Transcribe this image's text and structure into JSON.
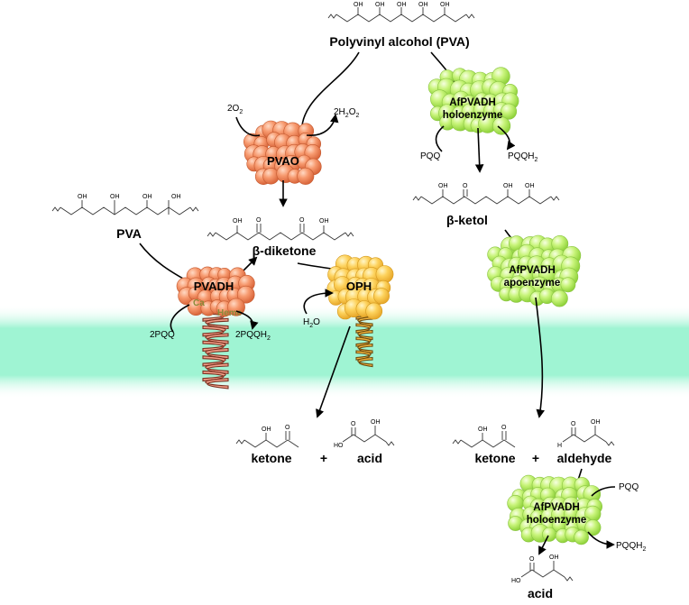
{
  "colors": {
    "membrane": "#7ff0c4",
    "pvao": "#f4946a",
    "pvadh_membrane": "#f4946a",
    "oph": "#fcd060",
    "afpvadh": "#c9f57c",
    "helix_pvadh": "#f4a08a",
    "helix_oph": "#f2b43e"
  },
  "substrates": {
    "pva_top": "Polyvinyl alcohol (PVA)",
    "pva_left": "PVA",
    "diketone": "β-diketone",
    "ketol": "β-ketol"
  },
  "enzymes": {
    "pvao": "PVAO",
    "pvadh": "PVADH",
    "oph": "OPH",
    "afpvadh_holo_1": "AfPVADH",
    "afpvadh_holo_2": "holoenzyme",
    "afpvadh_apo_1": "AfPVADH",
    "afpvadh_apo_2": "apoenzyme",
    "afpvadh_holo_b1": "AfPVADH",
    "afpvadh_holo_b2": "holoenzyme"
  },
  "cofactors": {
    "o2": "2O",
    "o2_sub": "2",
    "h2o2": "2H",
    "h2o2_sub1": "2",
    "h2o2_mid": "O",
    "h2o2_sub2": "2",
    "pqq_top": "PQQ",
    "pqqh2_top": "PQQH",
    "pqqh2_top_sub": "2",
    "two_pqq": "2PQQ",
    "two_pqqh2": "2PQQH",
    "two_pqqh2_sub": "2",
    "h2o": "H",
    "h2o_sub": "2",
    "h2o_end": "O",
    "ca": "Ca",
    "heme": "Heme",
    "pqq_bottom": "PQQ",
    "pqqh2_bottom": "PQQH",
    "pqqh2_bottom_sub": "2"
  },
  "products": {
    "ketone_left": "ketone",
    "plus_left": "+",
    "acid_left": "acid",
    "ketone_right": "ketone",
    "plus_right": "+",
    "aldehyde": "aldehyde",
    "acid_bottom": "acid"
  },
  "atoms": {
    "oh": "OH",
    "o": "O",
    "h": "H",
    "ho": "HO"
  }
}
